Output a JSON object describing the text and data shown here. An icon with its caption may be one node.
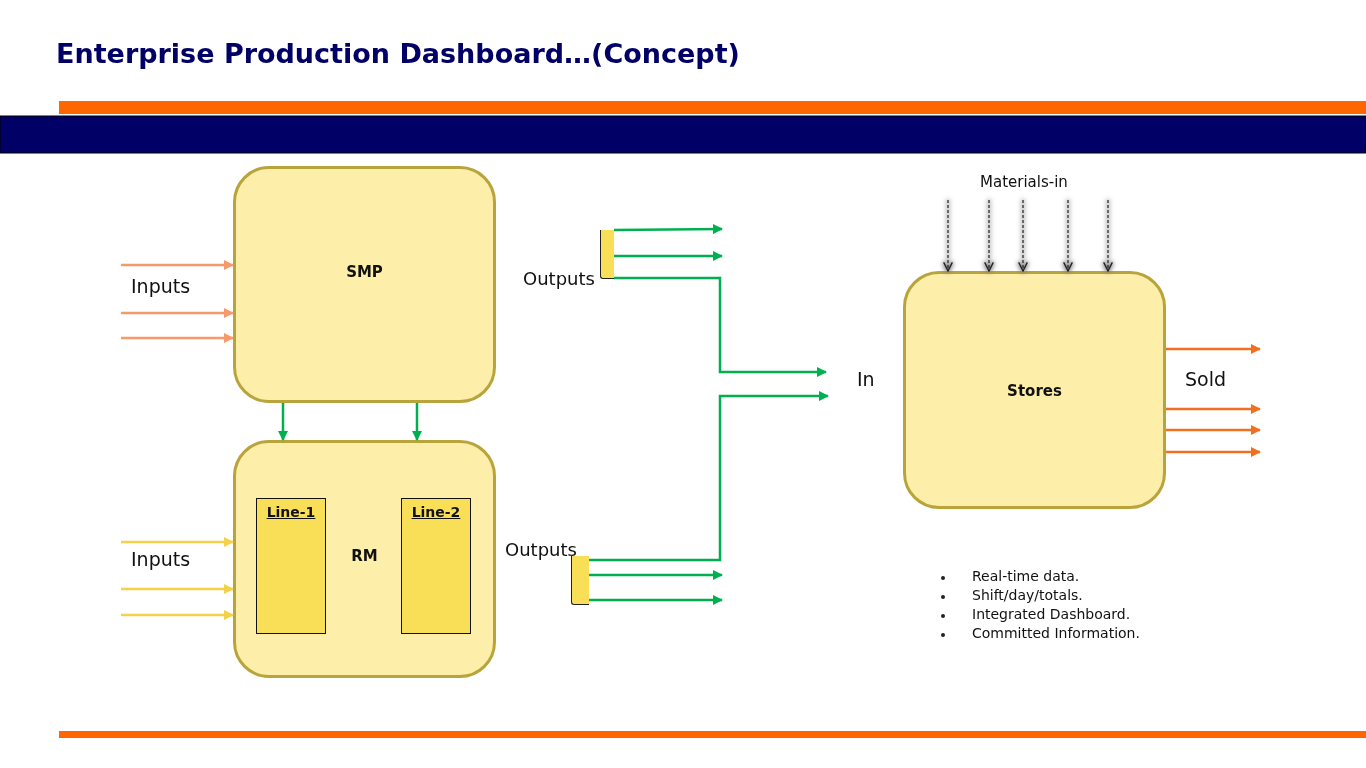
{
  "diagram": {
    "title": "Enterprise Production Dashboard…(Concept)",
    "nodes": [
      {
        "text": [
          "SMP"
        ]
      },
      {
        "text": [
          "RM"
        ]
      },
      {
        "text": [
          "Line-1"
        ],
        "in": 1
      },
      {
        "text": [
          "Line-2"
        ],
        "in": 1
      },
      {
        "text": [
          "Stores"
        ]
      },
      {
        "text": [],
        "shape": "bar",
        "beside": [
          "Outputs"
        ]
      },
      {
        "text": [],
        "shape": "bar",
        "beside": [
          "Outputs"
        ]
      }
    ],
    "edges": [
      {
        "from": null,
        "to": 0,
        "arrow": "to",
        "color": "#f79a6a"
      },
      {
        "from": null,
        "to": 0,
        "arrow": "to",
        "color": "#f79a6a"
      },
      {
        "from": null,
        "to": 0,
        "arrow": "to",
        "color": "#f79a6a"
      },
      {
        "from": null,
        "to": 1,
        "arrow": "to",
        "color": "#f5d04a"
      },
      {
        "from": null,
        "to": 1,
        "arrow": "to",
        "color": "#f5d04a"
      },
      {
        "from": null,
        "to": 1,
        "arrow": "to",
        "color": "#f5d04a"
      },
      {
        "from": 0,
        "to": 1,
        "arrow": "to"
      },
      {
        "from": 0,
        "to": 1,
        "arrow": "to"
      },
      {
        "from": 5,
        "to": null,
        "arrow": "to"
      },
      {
        "from": 5,
        "to": null,
        "arrow": "to"
      },
      {
        "from": 5,
        "to": null,
        "arrow": "to"
      },
      {
        "from": 6,
        "to": null,
        "arrow": "to"
      },
      {
        "from": 6,
        "to": null,
        "arrow": "to"
      },
      {
        "from": 6,
        "to": null,
        "arrow": "to"
      },
      {
        "from": null,
        "to": 4,
        "arrow": "to",
        "style": "dashed",
        "color": "#202020"
      },
      {
        "from": null,
        "to": 4,
        "arrow": "to",
        "style": "dashed",
        "color": "#202020"
      },
      {
        "from": null,
        "to": 4,
        "arrow": "to",
        "style": "dashed",
        "color": "#202020"
      },
      {
        "from": null,
        "to": 4,
        "arrow": "to",
        "style": "dashed",
        "color": "#202020"
      },
      {
        "from": null,
        "to": 4,
        "arrow": "to",
        "style": "dashed",
        "color": "#202020"
      },
      {
        "from": 4,
        "to": null,
        "arrow": "to",
        "color": "#f07020"
      },
      {
        "from": 4,
        "to": null,
        "arrow": "to",
        "color": "#f07020"
      },
      {
        "from": 4,
        "to": null,
        "arrow": "to",
        "color": "#f07020"
      },
      {
        "from": 4,
        "to": null,
        "arrow": "to",
        "color": "#f07020"
      }
    ],
    "labels": [
      "Materials-in",
      "Inputs",
      "In",
      "Sold",
      "Inputs",
      "Real-time data.",
      "Shift/day/totals.",
      "Integrated Dashboard.",
      "Committed Information."
    ]
  }
}
